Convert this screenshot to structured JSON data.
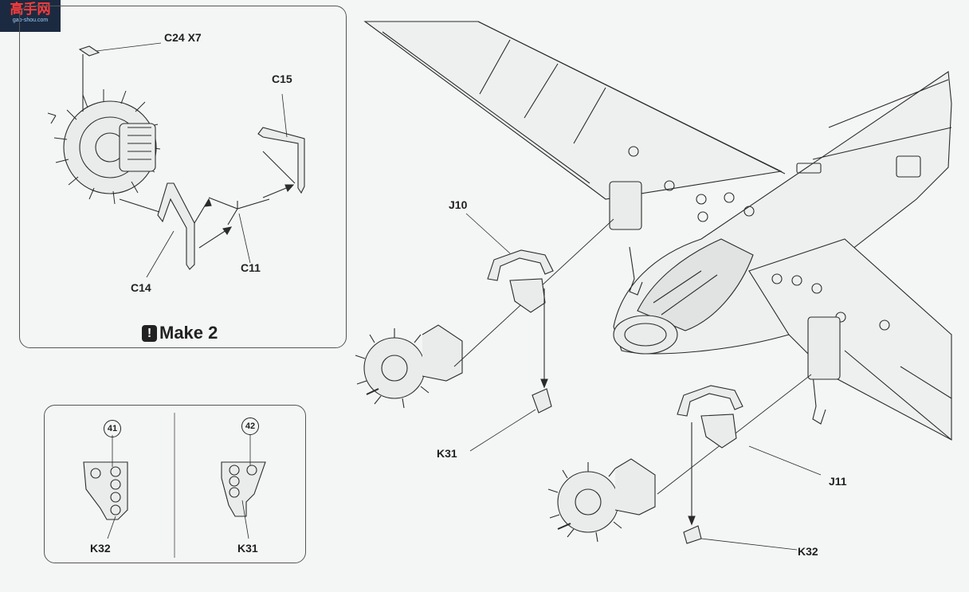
{
  "watermark": {
    "title": "高手网",
    "url": "gao-shou.com"
  },
  "inset_main": {
    "callouts": {
      "c24": "C24 X7",
      "c15": "C15",
      "c14": "C14",
      "c11": "C11"
    },
    "make_note": "Make 2",
    "make_icon": "exclamation-icon"
  },
  "inset_panels": {
    "left": {
      "step": "41",
      "part": "K32"
    },
    "right": {
      "step": "42",
      "part": "K31"
    }
  },
  "main_view": {
    "callouts": {
      "j10": "J10",
      "k31": "K31",
      "j11": "J11",
      "k32": "K32"
    }
  },
  "colors": {
    "line": "#2b2b2b",
    "paper": "#f4f6f5",
    "fill": "#e9ecea"
  }
}
